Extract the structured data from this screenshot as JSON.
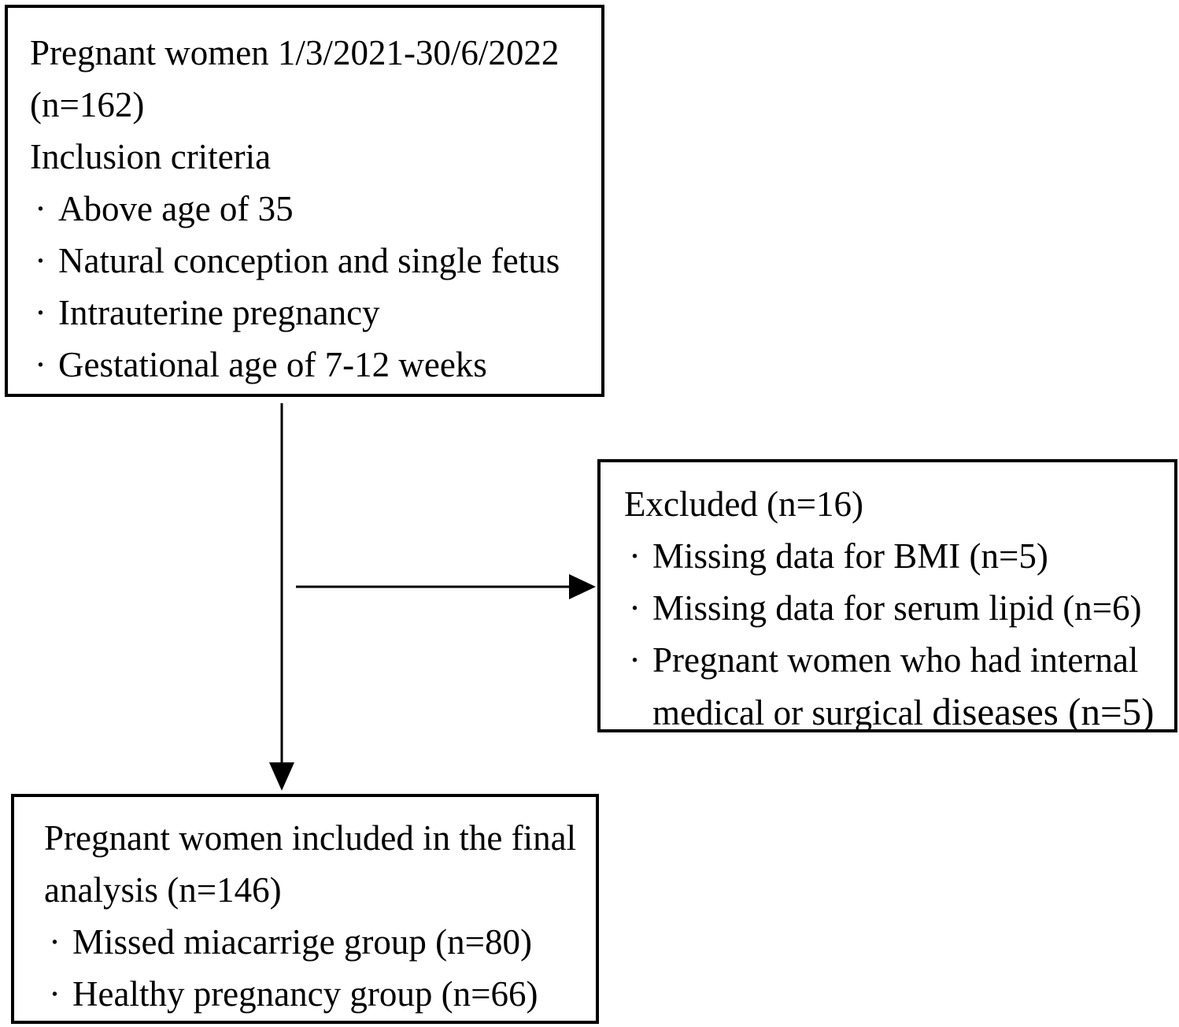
{
  "colors": {
    "background": "#ffffff",
    "border": "#000000",
    "text": "#000000",
    "arrow": "#000000"
  },
  "glyphs": {
    "bullet": "·"
  },
  "flowchart": {
    "enrollment_box": {
      "line1": "Pregnant women 1/3/2021-30/6/2022",
      "line2": "(n=162)",
      "line3": "Inclusion criteria",
      "bullets": [
        "Above age of 35",
        "Natural conception and single fetus",
        "Intrauterine pregnancy",
        "Gestational age of 7-12 weeks"
      ]
    },
    "excluded_box": {
      "title": "Excluded (n=16)",
      "bullets": [
        "Missing data for BMI (n=5)",
        "Missing data for serum lipid (n=6)"
      ],
      "bullet3_part1": "Pregnant women who had internal medical or surgical ",
      "bullet3_part2": "diseases (n=5)"
    },
    "final_box": {
      "title_line1": "Pregnant women included in the final",
      "title_line2": "analysis (n=146)",
      "bullets": [
        "Missed miacarrige group (n=80)",
        "Healthy pregnancy group (n=66)"
      ]
    }
  }
}
